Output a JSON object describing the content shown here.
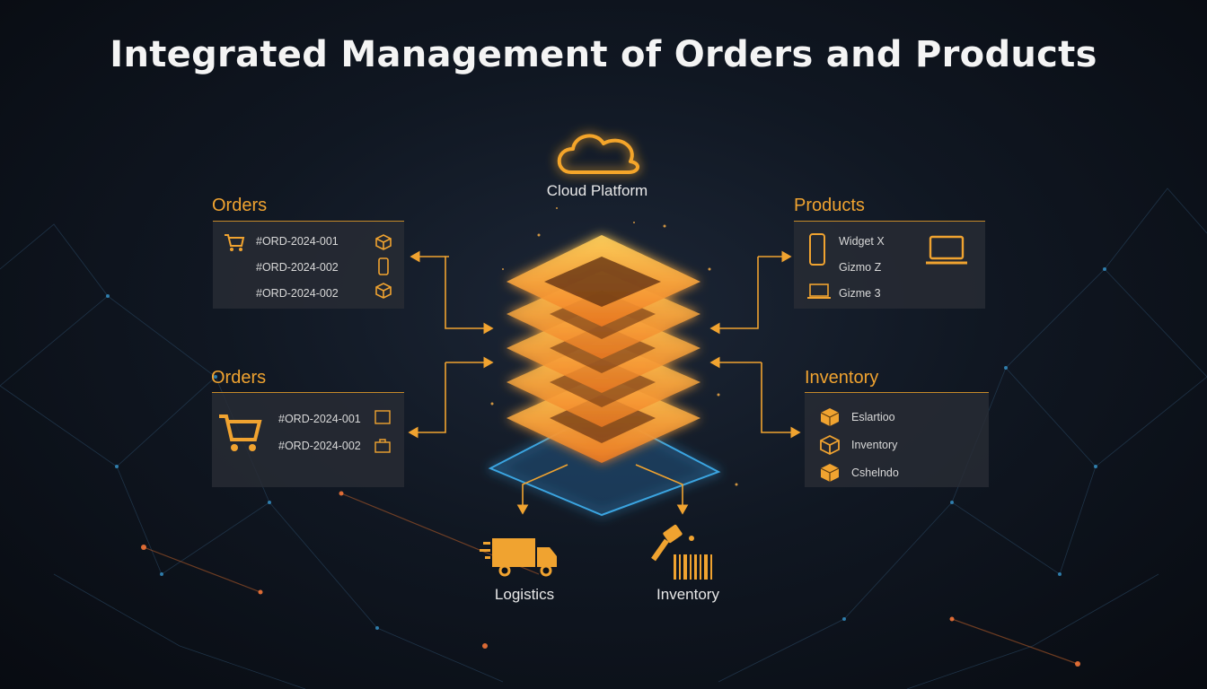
{
  "title": "Integrated Management of Orders and Products",
  "colors": {
    "accent": "#f0a330",
    "glow": "#ffb347",
    "blue": "#3aa4e0"
  },
  "cloud": {
    "label": "Cloud Platform",
    "icon": "cloud-icon"
  },
  "orders_top": {
    "heading": "Orders",
    "rows": [
      "#ORD-2024-001",
      "#ORD-2024-002",
      "#ORD-2024-002"
    ]
  },
  "orders_bottom": {
    "heading": "Orders",
    "rows": [
      "#ORD-2024-001",
      "#ORD-2024-002"
    ]
  },
  "products": {
    "heading": "Products",
    "rows": [
      "Widget X",
      "Gizmo Z",
      "Gizme 3"
    ]
  },
  "inventory": {
    "heading": "Inventory",
    "rows": [
      "Eslartioo",
      "Inventory",
      "Cshelndo"
    ]
  },
  "bottom": {
    "logistics": "Logistics",
    "inventory": "Inventory"
  }
}
